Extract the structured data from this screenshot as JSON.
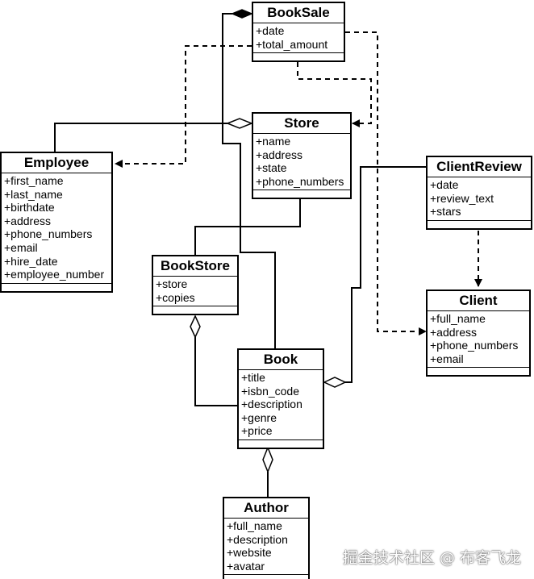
{
  "classes": [
    {
      "id": "booksale",
      "name": "BookSale",
      "attributes": [
        "+date",
        "+total_amount"
      ]
    },
    {
      "id": "store",
      "name": "Store",
      "attributes": [
        "+name",
        "+address",
        "+state",
        "+phone_numbers"
      ]
    },
    {
      "id": "employee",
      "name": "Employee",
      "attributes": [
        "+first_name",
        "+last_name",
        "+birthdate",
        "+address",
        "+phone_numbers",
        "+email",
        "+hire_date",
        "+employee_number"
      ]
    },
    {
      "id": "clientreview",
      "name": "ClientReview",
      "attributes": [
        "+date",
        "+review_text",
        "+stars"
      ]
    },
    {
      "id": "bookstore",
      "name": "BookStore",
      "attributes": [
        "+store",
        "+copies"
      ]
    },
    {
      "id": "client",
      "name": "Client",
      "attributes": [
        "+full_name",
        "+address",
        "+phone_numbers",
        "+email"
      ]
    },
    {
      "id": "book",
      "name": "Book",
      "attributes": [
        "+title",
        "+isbn_code",
        "+description",
        "+genre",
        "+price"
      ]
    },
    {
      "id": "author",
      "name": "Author",
      "attributes": [
        "+full_name",
        "+description",
        "+website",
        "+avatar"
      ]
    }
  ],
  "relationships": [
    {
      "id": "booksale-book",
      "from": "book",
      "to": "booksale",
      "kind": "composition"
    },
    {
      "id": "booksale-employee",
      "from": "booksale",
      "to": "employee",
      "kind": "dependency"
    },
    {
      "id": "booksale-store",
      "from": "booksale",
      "to": "store",
      "kind": "dependency"
    },
    {
      "id": "booksale-client",
      "from": "booksale",
      "to": "client",
      "kind": "dependency"
    },
    {
      "id": "employee-store",
      "from": "employee",
      "to": "store",
      "kind": "aggregation"
    },
    {
      "id": "store-bookstore",
      "from": "store",
      "to": "bookstore",
      "kind": "association"
    },
    {
      "id": "book-bookstore",
      "from": "book",
      "to": "bookstore",
      "kind": "aggregation"
    },
    {
      "id": "clientreview-book",
      "from": "clientreview",
      "to": "book",
      "kind": "aggregation"
    },
    {
      "id": "clientreview-client",
      "from": "clientreview",
      "to": "client",
      "kind": "dependency"
    },
    {
      "id": "author-book",
      "from": "author",
      "to": "book",
      "kind": "aggregation"
    }
  ],
  "watermark": "掘金技术社区 @ 布客飞龙",
  "colors": {
    "line": "#000000",
    "background": "#ffffff"
  }
}
